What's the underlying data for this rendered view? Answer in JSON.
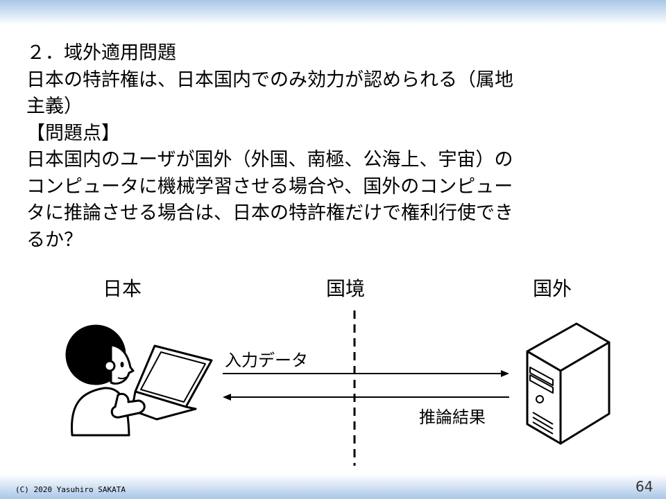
{
  "slide": {
    "lines": [
      "２．域外適用問題",
      "日本の特許権は、日本国内でのみ効力が認められる（属地",
      "主義）",
      "【問題点】",
      "日本国内のユーザが国外（外国、南極、公海上、宇宙）の",
      "コンピュータに機械学習させる場合や、国外のコンピュー",
      "タに推論させる場合は、日本の特許権だけで権利行使でき",
      "るか？"
    ],
    "diagram": {
      "japan": "日本",
      "border": "国境",
      "abroad": "国外",
      "input_data": "入力データ",
      "inference_result": "推論結果"
    },
    "footer": {
      "copyright": "(C) 2020 Yasuhiro SAKATA",
      "page_number": "64"
    }
  }
}
